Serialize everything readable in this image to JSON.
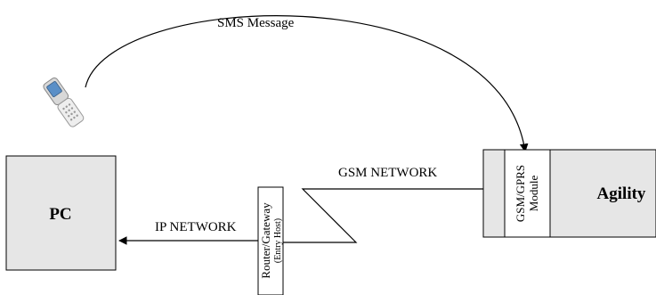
{
  "labels": {
    "sms_message": "SMS Message",
    "gsm_network": "GSM NETWORK",
    "ip_network": "IP NETWORK",
    "pc": "PC",
    "agility": "Agility",
    "gsm_module_line1": "GSM/GPRS",
    "gsm_module_line2": "Module",
    "router_line1": "Router/Gateway",
    "router_line2": "(Entry Host)"
  },
  "icons": {
    "phone": "mobile-phone-icon"
  },
  "colors": {
    "box_fill": "#e6e6e6",
    "line": "#000000",
    "background": "#ffffff"
  }
}
